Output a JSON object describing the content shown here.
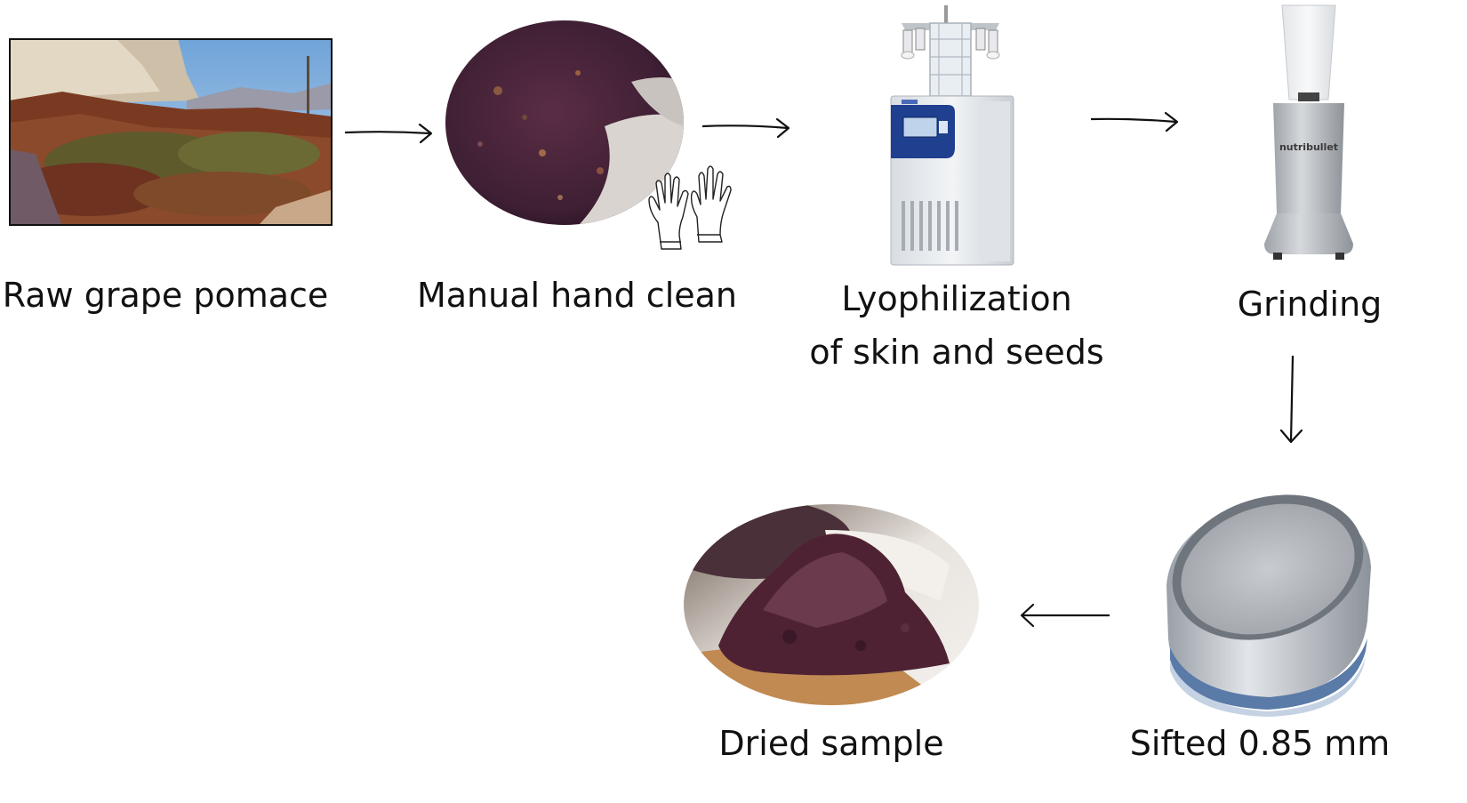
{
  "steps": [
    {
      "label": "Raw grape pomace",
      "icon": "grape-pomace-field-photo"
    },
    {
      "label": "Manual hand clean",
      "icon": "cleaned-pomace-photo",
      "extra_icon": "gloves-icon"
    },
    {
      "label_lines": [
        "Lyophilization",
        "of skin and seeds"
      ],
      "icon": "freeze-dryer-photo"
    },
    {
      "label": "Grinding",
      "icon": "blender-photo",
      "brand_text": "nutribullet"
    },
    {
      "label": "Sifted 0.85 mm",
      "icon": "sieve-photo"
    },
    {
      "label": "Dried sample",
      "icon": "dried-powder-photo"
    }
  ],
  "colors": {
    "pomace": "#4a2535",
    "pomace_light": "#6b3a4c",
    "soil": "#8b4a2b",
    "sky": "#8fb8de",
    "machine_blue": "#1f3f8f",
    "metal": "#b8bcc2",
    "arrow": "#111111"
  }
}
